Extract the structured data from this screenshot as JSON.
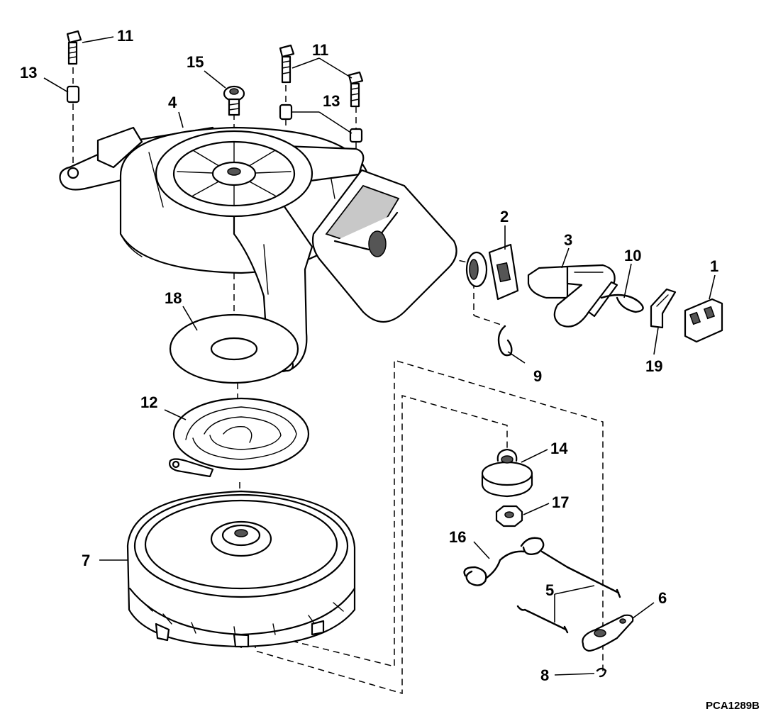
{
  "labels": {
    "p1": "1",
    "p2": "2",
    "p3": "3",
    "p4": "4",
    "p5": "5",
    "p6": "6",
    "p7": "7",
    "p8": "8",
    "p9": "9",
    "p10": "10",
    "p11a": "11",
    "p11b": "11",
    "p12": "12",
    "p13a": "13",
    "p13b": "13",
    "p14": "14",
    "p15": "15",
    "p16": "16",
    "p17": "17",
    "p18": "18",
    "p19": "19"
  },
  "figure_code": "PCA1289B"
}
